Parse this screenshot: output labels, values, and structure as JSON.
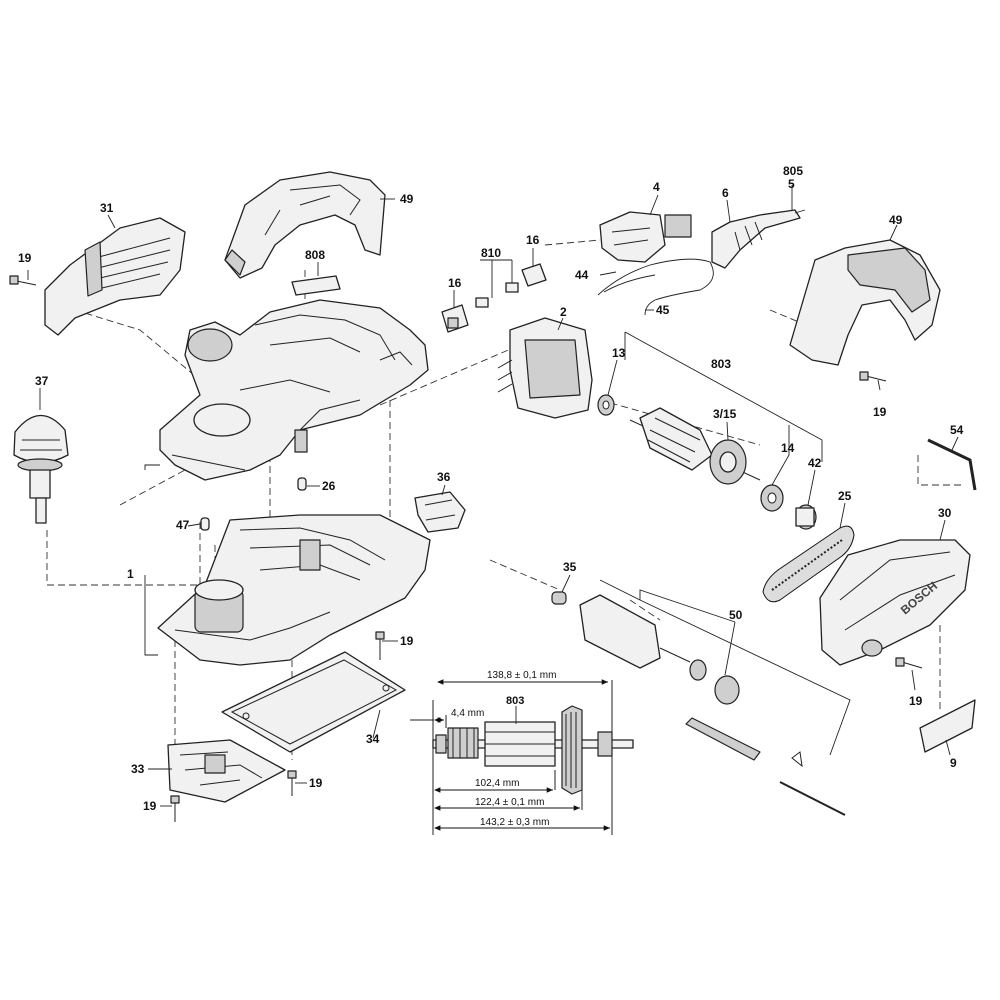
{
  "part_labels": [
    {
      "key": "p805",
      "text": "805"
    },
    {
      "key": "p5",
      "text": "5"
    },
    {
      "key": "p4",
      "text": "4"
    },
    {
      "key": "p6",
      "text": "6"
    },
    {
      "key": "p49a",
      "text": "49"
    },
    {
      "key": "p49b",
      "text": "49"
    },
    {
      "key": "p31",
      "text": "31"
    },
    {
      "key": "p19a",
      "text": "19"
    },
    {
      "key": "p808",
      "text": "808"
    },
    {
      "key": "p16a",
      "text": "16"
    },
    {
      "key": "p810",
      "text": "810"
    },
    {
      "key": "p16b",
      "text": "16"
    },
    {
      "key": "p44",
      "text": "44"
    },
    {
      "key": "p45",
      "text": "45"
    },
    {
      "key": "p2",
      "text": "2"
    },
    {
      "key": "p13",
      "text": "13"
    },
    {
      "key": "p803a",
      "text": "803"
    },
    {
      "key": "p3_15",
      "text": "3/15"
    },
    {
      "key": "p14",
      "text": "14"
    },
    {
      "key": "p42",
      "text": "42"
    },
    {
      "key": "p19b",
      "text": "19"
    },
    {
      "key": "p54",
      "text": "54"
    },
    {
      "key": "p37",
      "text": "37"
    },
    {
      "key": "p26",
      "text": "26"
    },
    {
      "key": "p36",
      "text": "36"
    },
    {
      "key": "p47",
      "text": "47"
    },
    {
      "key": "p25",
      "text": "25"
    },
    {
      "key": "p30",
      "text": "30"
    },
    {
      "key": "p1",
      "text": "1"
    },
    {
      "key": "p35",
      "text": "35"
    },
    {
      "key": "p50",
      "text": "50"
    },
    {
      "key": "p19c",
      "text": "19"
    },
    {
      "key": "p19d",
      "text": "19"
    },
    {
      "key": "p34",
      "text": "34"
    },
    {
      "key": "p803b",
      "text": "803"
    },
    {
      "key": "p33",
      "text": "33"
    },
    {
      "key": "p19e",
      "text": "19"
    },
    {
      "key": "p19f",
      "text": "19"
    },
    {
      "key": "p9",
      "text": "9"
    }
  ],
  "dimensions": {
    "d1388": "138,8 ± 0,1 mm",
    "d44": "4,4 mm",
    "d1024": "102,4 mm",
    "d1224": "122,4 ± 0,1 mm",
    "d1432": "143,2 ± 0,3 mm"
  },
  "brand_text": "BOSCH",
  "colors": {
    "line": "#222222",
    "fill_light": "#f1f1f1",
    "fill_mid": "#cfcfcf",
    "fill_dark": "#555555"
  }
}
